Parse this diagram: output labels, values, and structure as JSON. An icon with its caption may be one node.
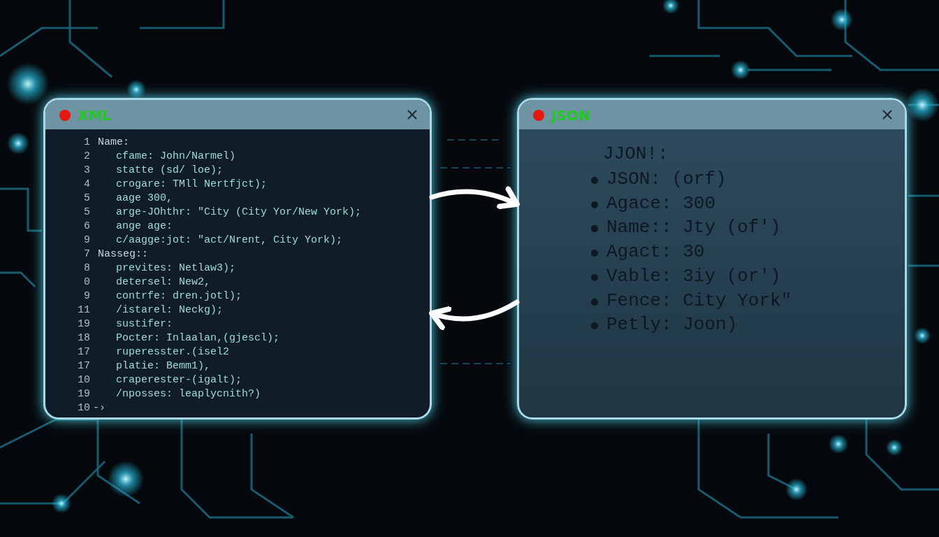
{
  "diagram": {
    "nodes": [
      {
        "text": [
          "XML",
          "1",
          "Name:",
          "2",
          "cfame: John/Narmel)",
          "3",
          "statte (sd/ loe);",
          "4",
          "crogare: TMll Nertfjct);",
          "5",
          "aage 300,",
          "5",
          "arge-JOhthr: \"City (City Yor/New York);",
          "6",
          "ange age:",
          "9",
          "c/aagge:jot: \"act/Nrent, City York);",
          "7",
          "Nasseg::",
          "8",
          "prevites: Netlaw3);",
          "0",
          "detersel: New2,",
          "9",
          "contrfe: dren.jotl);",
          "11",
          "/istarel: Neckg);",
          "19",
          "sustifer:",
          "18",
          "Pocter: Inlaalan,(gjescl);",
          "17",
          "ruperesster.(isel2",
          "17",
          "platie: Bemm1),",
          "10",
          "craperester-(igalt);",
          "19",
          "/nposses: leaplycnith?)",
          "10",
          "-›"
        ]
      },
      {
        "text": [
          "JSON",
          "JJON!:",
          "JSON: (orf)",
          "Agace: 300",
          "Name:: Jty (of')",
          "Agact: 30",
          "Vable: 3iy (or')",
          "Fence: City York\"",
          "Petly: Joon)"
        ]
      }
    ],
    "edges": [
      {
        "from": 0,
        "to": 1,
        "arrow": "to"
      },
      {
        "from": 1,
        "to": 0,
        "arrow": "to"
      }
    ]
  }
}
